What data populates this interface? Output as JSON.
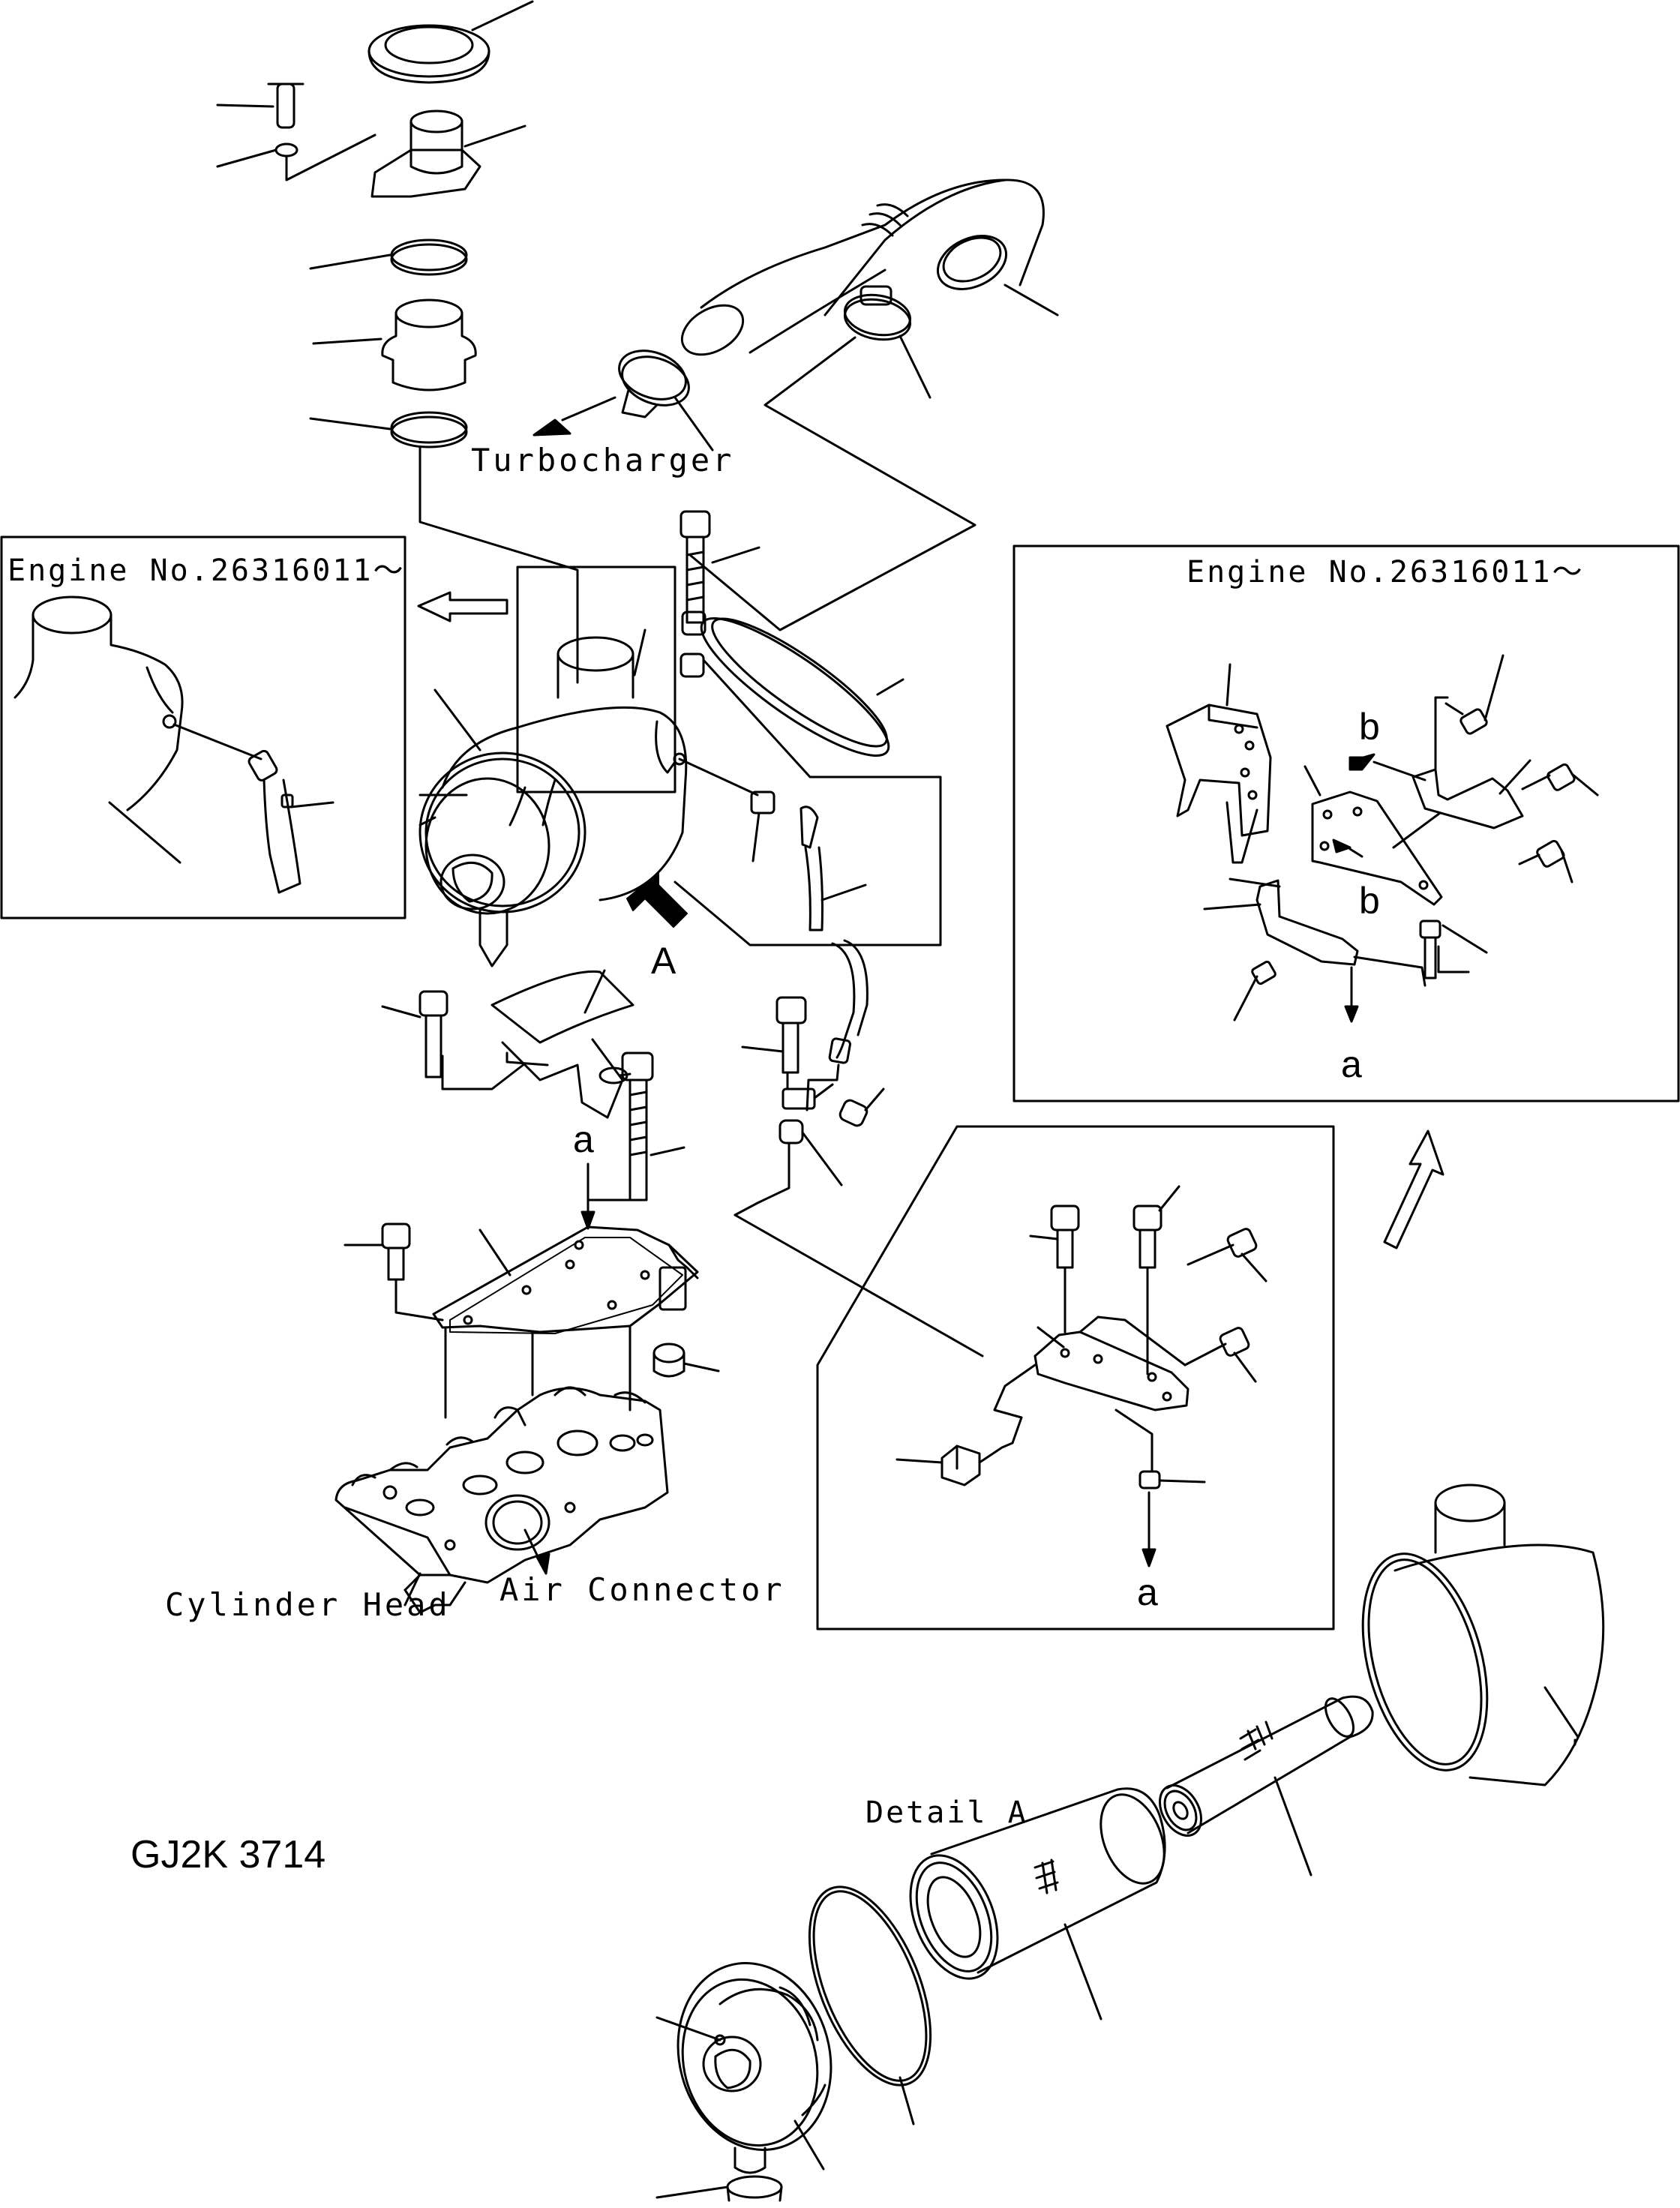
{
  "diagram": {
    "labels": {
      "turbocharger": "Turbocharger",
      "engine_no_left": "Engine No.26316011～",
      "engine_no_right": "Engine No.26316011～",
      "view_a": "A",
      "ref_a_1": "a",
      "ref_a_2": "a",
      "ref_a_3": "a",
      "ref_b_1": "b",
      "ref_b_2": "b",
      "cylinder_head": "Cylinder Head",
      "air_connector": "Air Connector",
      "detail_a": "Detail A",
      "drawing_code": "GJ2K 3714"
    }
  }
}
